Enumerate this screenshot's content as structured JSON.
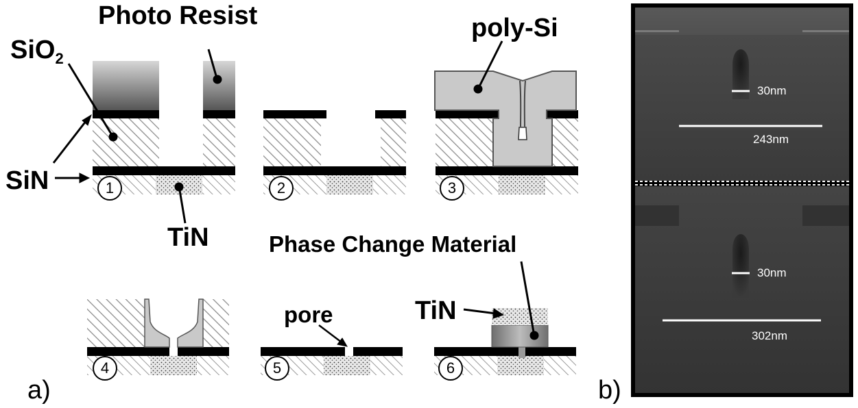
{
  "labels": {
    "photo_resist": "Photo Resist",
    "sio2_main": "SiO",
    "sio2_sub": "2",
    "sin": "SiN",
    "tin_bottom": "TiN",
    "poly_si": "poly-Si",
    "phase_change": "Phase Change Material",
    "pore": "pore",
    "tin_top": "TiN"
  },
  "panels": {
    "a": "a)",
    "b": "b)"
  },
  "steps": [
    "1",
    "2",
    "3",
    "4",
    "5",
    "6"
  ],
  "sem": {
    "top": {
      "width_label": "30nm",
      "span_label": "243nm"
    },
    "bottom": {
      "width_label": "30nm",
      "span_label": "302nm"
    }
  }
}
